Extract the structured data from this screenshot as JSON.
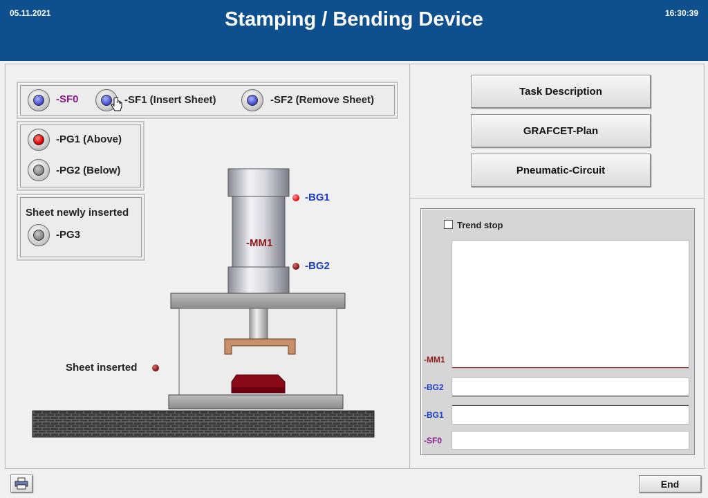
{
  "header": {
    "date": "05.11.2021",
    "title": "Stamping / Bending Device",
    "time": "16:30:39"
  },
  "switches": {
    "sf0": "-SF0",
    "sf1": "-SF1 (Insert Sheet)",
    "sf2": "-SF2 (Remove Sheet)"
  },
  "lamps": {
    "pg1": "-PG1 (Above)",
    "pg2": "-PG2 (Below)",
    "sheet_title": "Sheet newly inserted",
    "pg3": "-PG3"
  },
  "machine": {
    "mm1": "-MM1",
    "bg1": "-BG1",
    "bg2": "-BG2",
    "sheet_inserted": "Sheet inserted"
  },
  "nav": {
    "task": "Task Description",
    "grafcet": "GRAFCET-Plan",
    "pneumatic": "Pneumatic-Circuit"
  },
  "trend": {
    "stop_label": "Trend stop",
    "mm1": "-MM1",
    "bg2": "-BG2",
    "bg1": "-BG1",
    "sf0": "-SF0"
  },
  "footer": {
    "end": "End"
  },
  "colors": {
    "header_bg": "#0e4f8e",
    "sf_label": "#8a1a8a",
    "bg_label": "#1a3ac8",
    "mm_label": "#8b1a1a"
  }
}
